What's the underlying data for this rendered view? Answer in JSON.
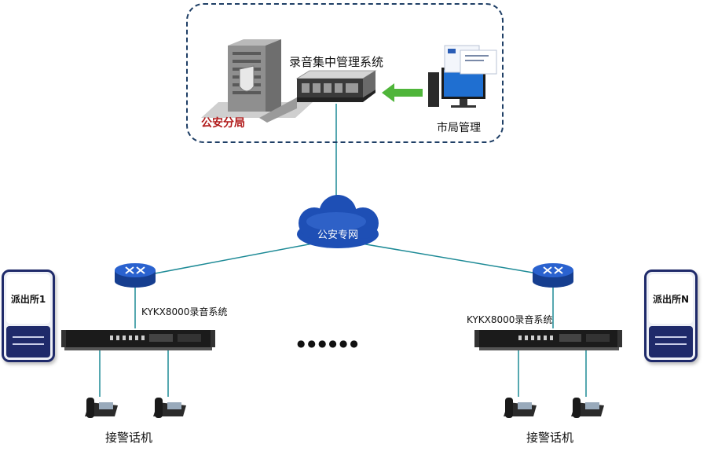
{
  "hq": {
    "system_label": "录音集中管理系统",
    "police_bureau_label": "公安分局",
    "city_mgmt_label": "市局管理"
  },
  "network": {
    "label": "公安专网"
  },
  "left_site": {
    "recorder_label": "KYKX8000录音系统",
    "phones_label": "接警话机",
    "station_label": "派出所1"
  },
  "right_site": {
    "recorder_label": "KYKX8000录音系统",
    "phones_label": "接警话机",
    "station_label": "派出所N"
  },
  "ellipsis": "●●●●●●",
  "colors": {
    "line": "#1d8a96",
    "router": "#1e4fb5",
    "dash": "#1f3f66",
    "red_label": "#b01a1a",
    "arrow": "#4fb53a"
  }
}
